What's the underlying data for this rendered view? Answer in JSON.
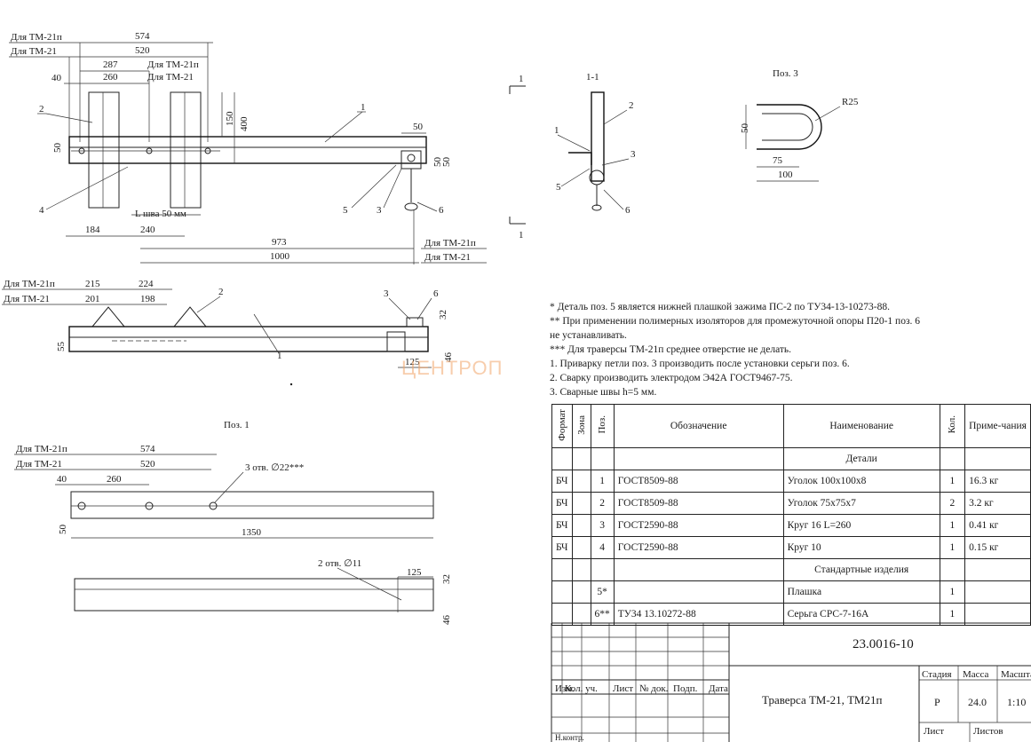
{
  "drawing": {
    "top_view": {
      "variant_labels": [
        "Для ТМ-21п",
        "Для ТМ-21",
        "Для ТМ-21п",
        "Для ТМ-21"
      ],
      "dims": [
        "574",
        "520",
        "287",
        "260",
        "40",
        "150",
        "400",
        "50",
        "50",
        "50",
        "50",
        "184",
        "240",
        "973",
        "1000"
      ],
      "weld_note": "L шва 50 мм",
      "right_labels": [
        "Для ТМ-21п",
        "Для ТМ-21"
      ],
      "pos_markers": [
        "1",
        "2",
        "4",
        "5",
        "3",
        "6"
      ]
    },
    "front_view": {
      "variant_labels": [
        "Для ТМ-21п",
        "Для ТМ-21"
      ],
      "dims": [
        "215",
        "224",
        "201",
        "198",
        "55",
        "32",
        "125",
        "46"
      ],
      "pos_markers": [
        "2",
        "1",
        "3",
        "6"
      ]
    },
    "section": {
      "title": "1-1",
      "cut_marks": [
        "1",
        "1"
      ],
      "pos_markers": [
        "1",
        "2",
        "3",
        "5",
        "6"
      ]
    },
    "pos3": {
      "title": "Поз. 3",
      "dims": [
        "R25",
        "50",
        "75",
        "100"
      ]
    },
    "pos1": {
      "title": "Поз. 1",
      "variant_labels": [
        "Для ТМ-21п",
        "Для ТМ-21"
      ],
      "dims": [
        "574",
        "520",
        "40",
        "260",
        "50",
        "1350",
        "125",
        "32",
        "46"
      ],
      "holes_a": "3 отв. ∅22***",
      "holes_b": "2 отв. ∅11"
    }
  },
  "watermark": "ЦЕНТРОП",
  "notes": [
    "*    Деталь поз. 5 является нижней плашкой зажима ПС-2 по ТУ34-13-10273-88.",
    "**   При применении полимерных изоляторов для промежуточной опоры П20-1 поз. 6",
    "не устанавливать.",
    "***  Для траверсы ТМ-21п среднее отверстие не делать.",
    "1. Приварку петли поз. 3 производить после установки серьги поз. 6.",
    "2. Сварку производить электродом Э42А ГОСТ9467-75.",
    "3. Сварные швы h=5 мм."
  ],
  "spec": {
    "headers": {
      "format": "Формат",
      "zone": "Зона",
      "pos": "Поз.",
      "designation": "Обозначение",
      "name": "Наименование",
      "qty": "Кол.",
      "note": "Приме-чания"
    },
    "sections": {
      "details": "Детали",
      "standard": "Стандартные изделия"
    },
    "rows": [
      {
        "format": "БЧ",
        "pos": "1",
        "designation": "ГОСТ8509-88",
        "name": "Уголок 100х100х8",
        "qty": "1",
        "note": "16.3 кг"
      },
      {
        "format": "БЧ",
        "pos": "2",
        "designation": "ГОСТ8509-88",
        "name": "Уголок 75х75х7",
        "qty": "2",
        "note": "3.2 кг"
      },
      {
        "format": "БЧ",
        "pos": "3",
        "designation": "ГОСТ2590-88",
        "name": "Круг 16 L=260",
        "qty": "1",
        "note": "0.41 кг"
      },
      {
        "format": "БЧ",
        "pos": "4",
        "designation": "ГОСТ2590-88",
        "name": "Круг 10",
        "qty": "1",
        "note": "0.15 кг"
      }
    ],
    "std_rows": [
      {
        "format": "",
        "pos": "5*",
        "designation": "",
        "name": "Плашка",
        "qty": "1",
        "note": ""
      },
      {
        "format": "",
        "pos": "6**",
        "designation": "ТУ34 13.10272-88",
        "name": "Серьга СРС-7-16А",
        "qty": "1",
        "note": ""
      }
    ]
  },
  "title_block": {
    "code": "23.0016-10",
    "name": "Траверса ТМ-21, ТМ21п",
    "cols": [
      "Изм.",
      "Кол. уч.",
      "Лист",
      "№ док.",
      "Подп.",
      "Дата"
    ],
    "stage_label": "Стадия",
    "mass_label": "Масса",
    "scale_label": "Масштаб",
    "stage": "Р",
    "mass": "24.0",
    "scale": "1:10",
    "sheet_label": "Лист",
    "sheets_label": "Листов",
    "approved": "Н.контр."
  }
}
